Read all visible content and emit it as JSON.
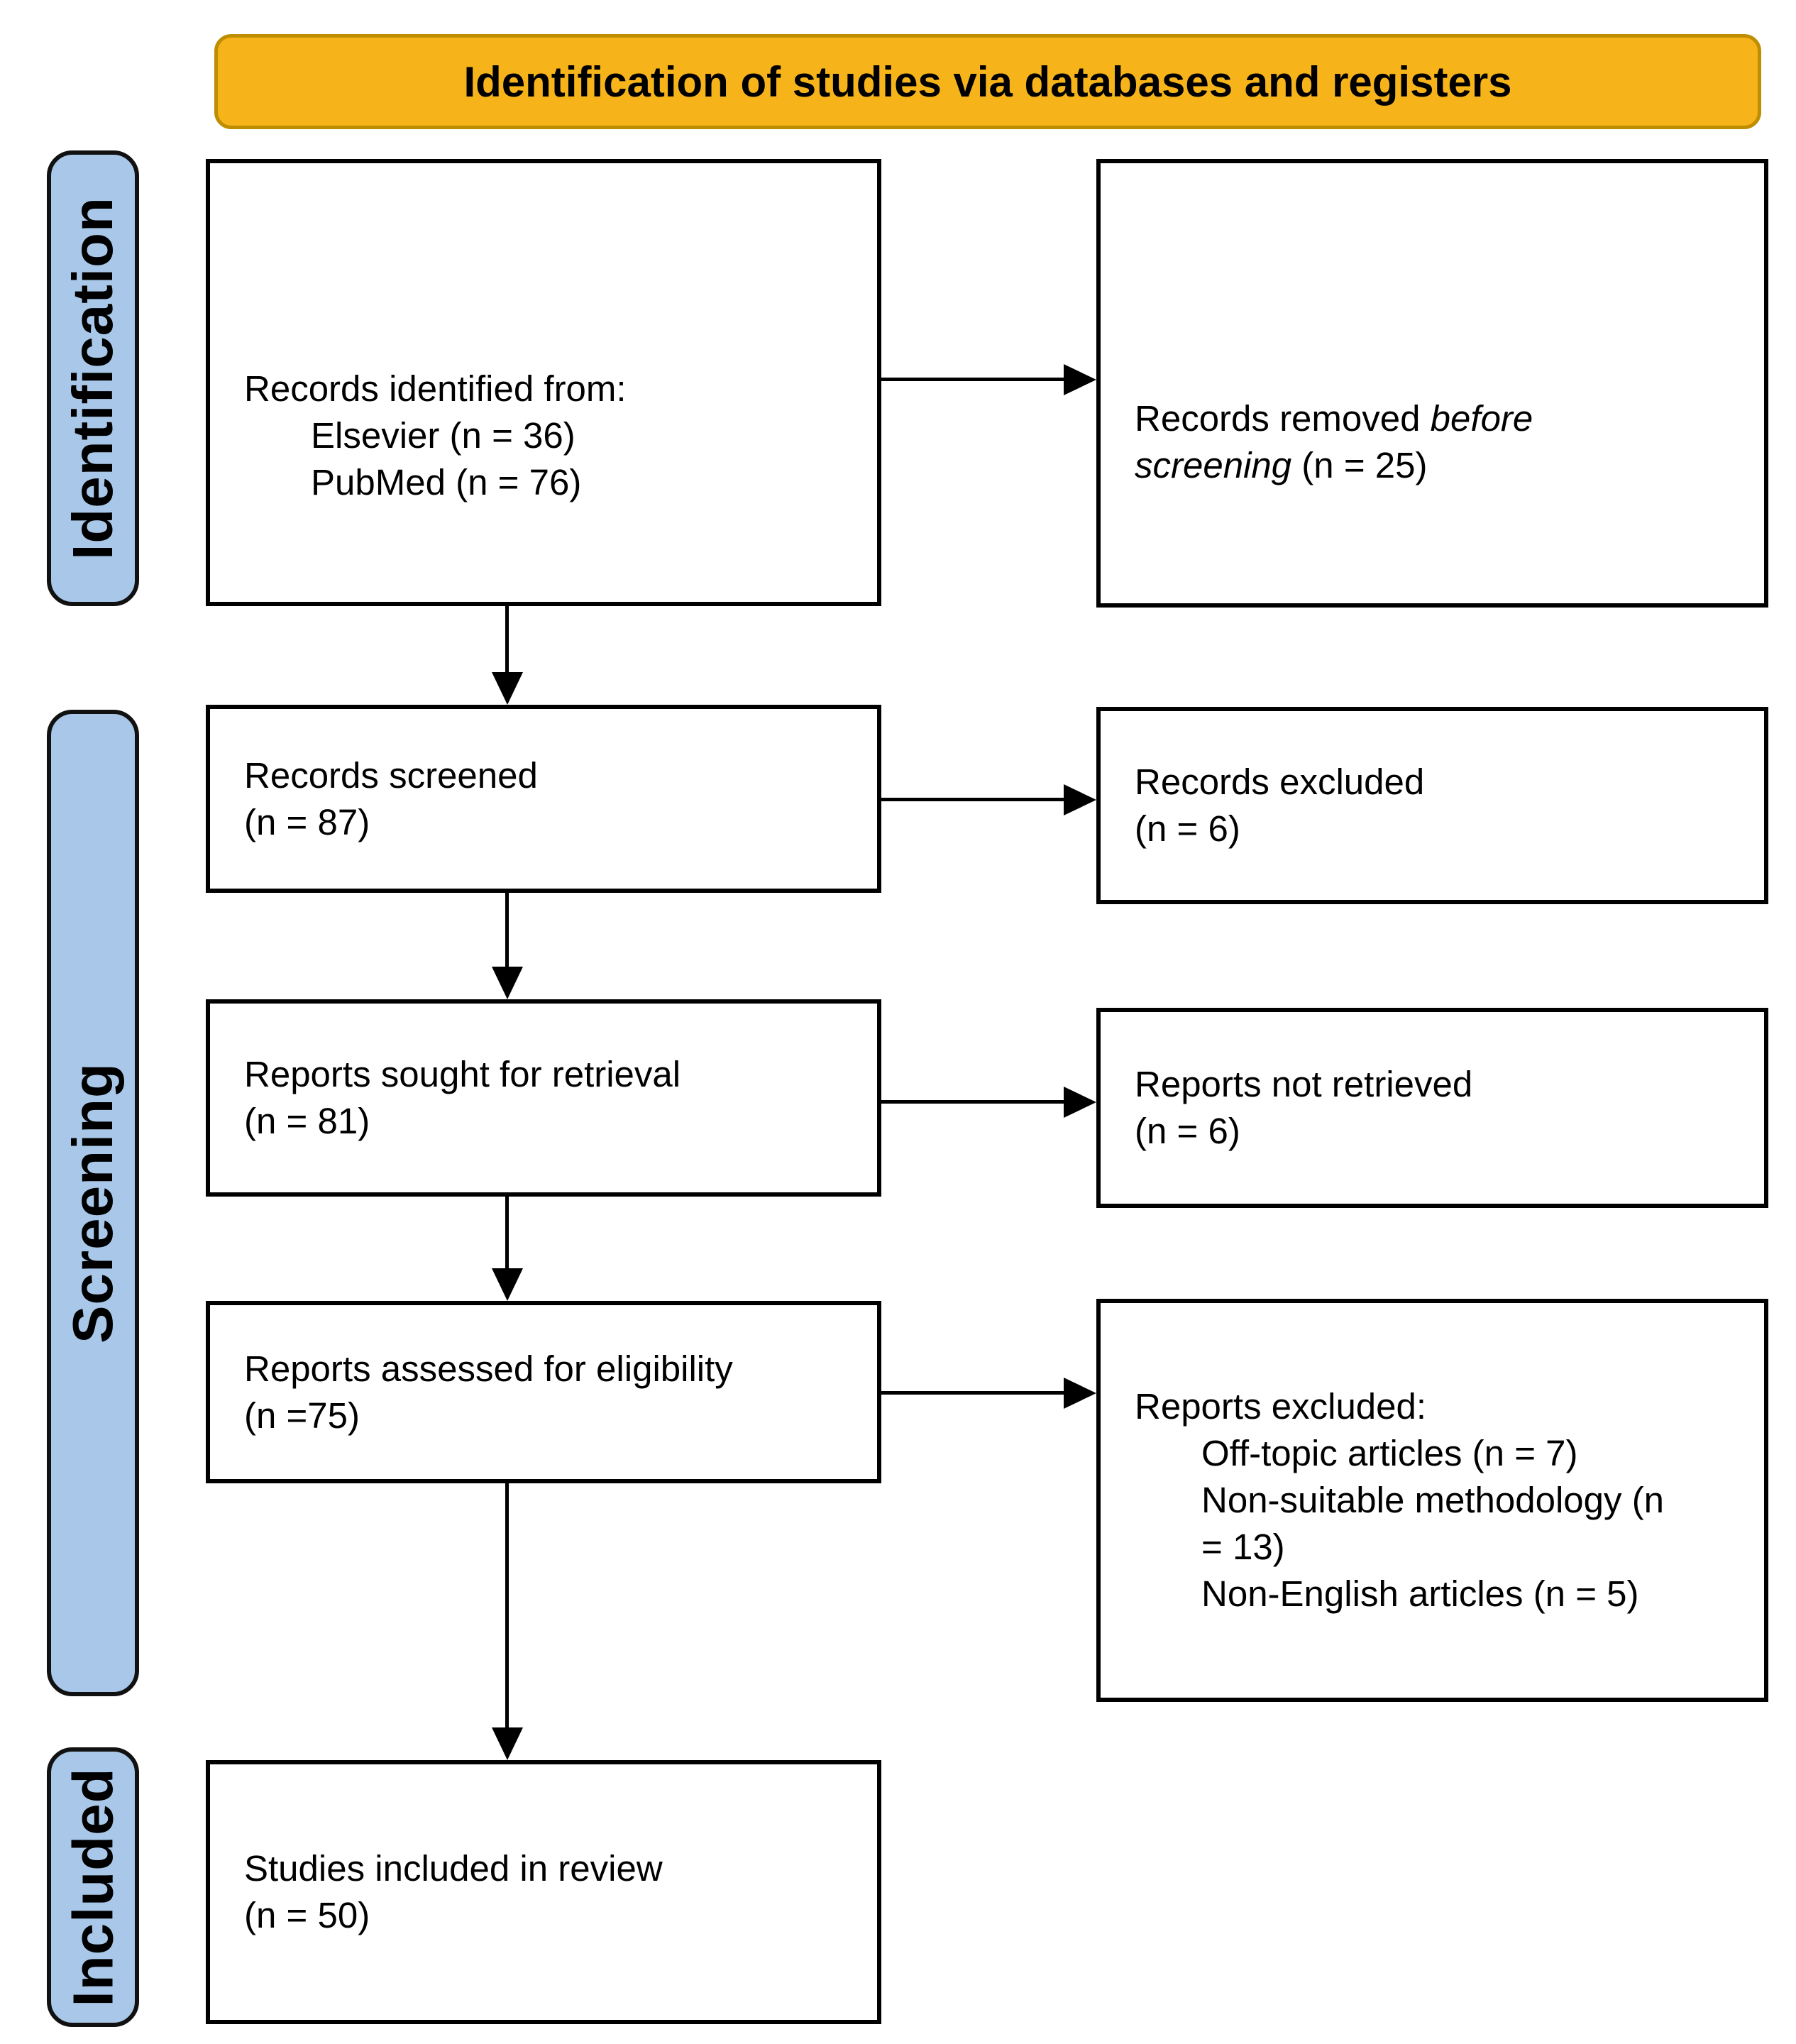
{
  "banner": {
    "title": "Identification of studies via databases and registers"
  },
  "stages": {
    "identification": {
      "label": "Identification"
    },
    "screening": {
      "label": "Screening"
    },
    "included": {
      "label": "Included"
    }
  },
  "boxes": {
    "identified": {
      "title": "Records identified from:",
      "items": [
        "Elsevier (n = 36)",
        "PubMed (n = 76)"
      ]
    },
    "removed": {
      "line1_normal": "Records removed ",
      "line1_italic": "before",
      "line2_italic": "screening",
      "line2_normal": " (n = 25)"
    },
    "screened": {
      "line1": "Records screened",
      "line2": "(n = 87)"
    },
    "excluded": {
      "line1": "Records excluded",
      "line2": "(n = 6)"
    },
    "sought": {
      "line1": "Reports sought for retrieval",
      "line2": "(n = 81)"
    },
    "not_retrieved": {
      "line1": "Reports not retrieved",
      "line2": "(n = 6)"
    },
    "assessed": {
      "line1": "Reports assessed for eligibility",
      "line2": "(n =75)"
    },
    "reports_excluded": {
      "title": "Reports excluded:",
      "items": [
        "Off-topic articles (n = 7)",
        "Non-suitable methodology (n = 13)",
        "Non-English articles (n = 5)"
      ]
    },
    "included_studies": {
      "line1": "Studies included in review",
      "line2": "(n = 50)"
    }
  },
  "colors": {
    "banner_bg": "#F7B41A",
    "banner_border": "#BE8E00",
    "stage_bg": "#A9C8E9",
    "box_border": "#000000",
    "arrow": "#000000",
    "text": "#000000"
  }
}
